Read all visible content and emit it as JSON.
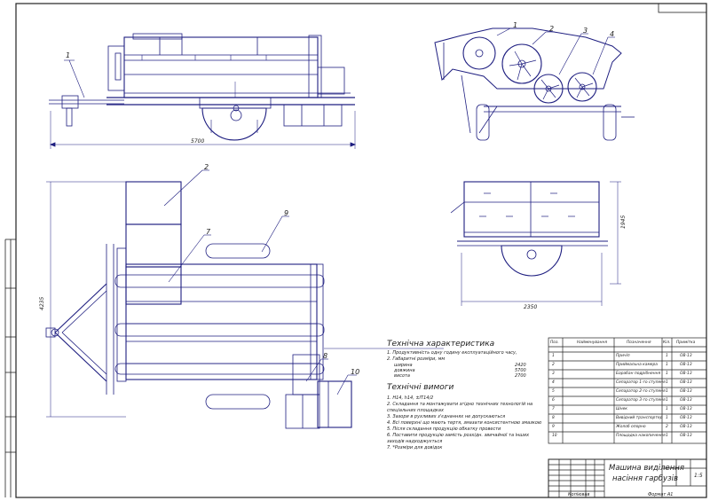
{
  "drawing": {
    "title_line1": "Машина виділення",
    "title_line2": "насіння гарбузів",
    "scale": "1:5",
    "bottom_left": "Копіював",
    "bottom_right": "Формат  А1"
  },
  "dimensions": {
    "overall_length": "5700",
    "overall_width": "2350",
    "height": "1945",
    "side_width": "4235"
  },
  "callouts_top": [
    "1",
    "2",
    "3",
    "4"
  ],
  "callout_side": "1",
  "callouts_plan": [
    "2",
    "7",
    "9",
    "8",
    "10"
  ],
  "specs": {
    "title": "Технічна характеристика",
    "items": [
      "1. Продуктивність одну годину експлуатаційного часу,",
      "2. Габаритні розміри, мм",
      "ширина",
      "довжина",
      "висота"
    ],
    "values": [
      "2420",
      "5700",
      "2700"
    ]
  },
  "requirements": {
    "title": "Технічні вимоги",
    "items": [
      "1. Н14, h14, ±IT14/2",
      "2. Складання та монтажувати згідно технічних технологій на спеціальних площадках",
      "3. Зазори в рухливих з'єднаннях не допускаються",
      "4. Всі поверхні що мають тертя, змазати консистентною змазкою",
      "5. Після складання продукцію обкатку провести",
      "6. Поставити продукцію замість розхідн. звичайної та інших заходів надходжується",
      "7. *Розміри для довідок"
    ]
  },
  "parts_table": {
    "headers": [
      "Поз.",
      "Найменування",
      "Позначення",
      "Кіл.",
      "Примітка"
    ],
    "rows": [
      [
        "1",
        "",
        "Причіп",
        "1",
        "ОВ-13"
      ],
      [
        "2",
        "",
        "Приймальна камера",
        "1",
        "ОВ-13"
      ],
      [
        "3",
        "",
        "Барабан подрібнення",
        "1",
        "ОВ-13"
      ],
      [
        "4",
        "",
        "Сепаратор 1-го ступеня",
        "1",
        "ОВ-13"
      ],
      [
        "5",
        "",
        "Сепаратор 2-го ступеня",
        "1",
        "ОВ-13"
      ],
      [
        "6",
        "",
        "Сепаратор 3-го ступеня",
        "1",
        "ОВ-13"
      ],
      [
        "7",
        "",
        "Шнек",
        "1",
        "ОВ-13"
      ],
      [
        "8",
        "",
        "Вивідний транспортер",
        "1",
        "ОВ-13"
      ],
      [
        "9",
        "",
        "Жолоб опорно",
        "2",
        "ОВ-13"
      ],
      [
        "10",
        "",
        "Площадка накопичення",
        "1",
        "ОВ-13"
      ]
    ]
  }
}
